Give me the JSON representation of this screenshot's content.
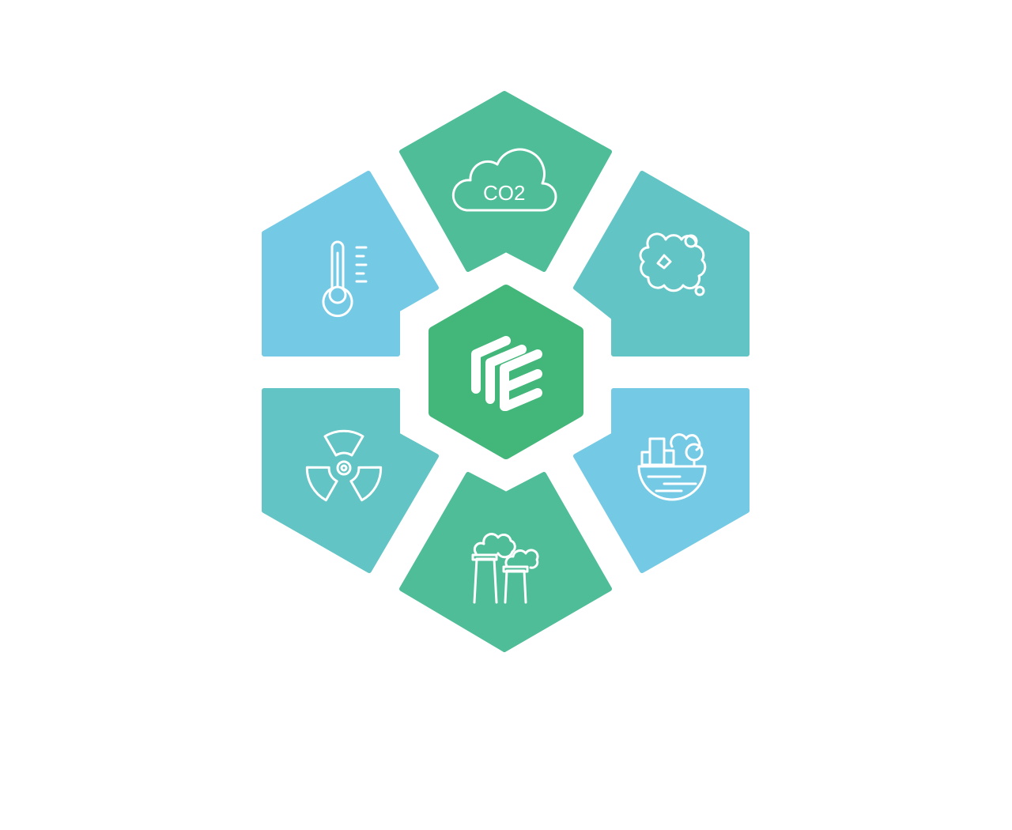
{
  "diagram": {
    "center_logo": "E",
    "segments": [
      {
        "id": "top",
        "icon": "co2-cloud-icon",
        "label": "CO2",
        "color": "#4fbd97"
      },
      {
        "id": "top-right",
        "icon": "smog-cloud-icon",
        "color": "#62c4c4"
      },
      {
        "id": "bottom-right",
        "icon": "city-landscape-icon",
        "color": "#74c9e5"
      },
      {
        "id": "bottom",
        "icon": "factory-smokestacks-icon",
        "color": "#4fbd97"
      },
      {
        "id": "bottom-left",
        "icon": "radiation-icon",
        "color": "#62c4c4"
      },
      {
        "id": "top-left",
        "icon": "thermometer-icon",
        "color": "#74c9e5"
      }
    ],
    "center_color": "#43b77a"
  }
}
